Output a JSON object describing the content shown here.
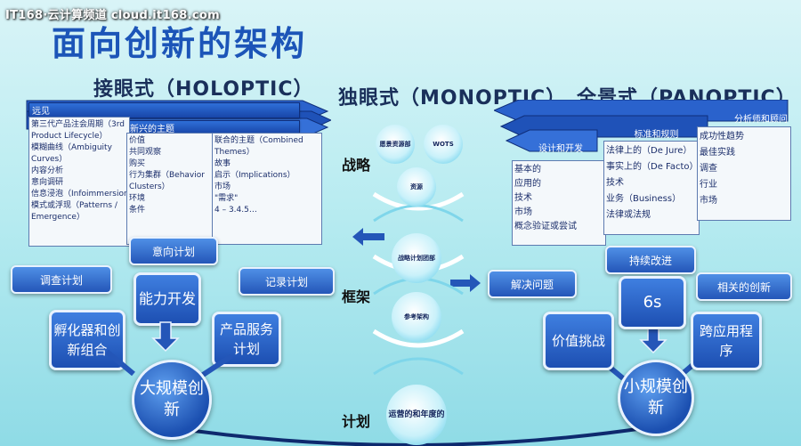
{
  "watermark": "IT168·云计算频道 cloud.it168.com",
  "title": "面向创新的架构",
  "sections": {
    "holoptic": "接眼式（HOLOPTIC）",
    "monoptic": "独眼式（MONOPTIC）",
    "panoptic": "全景式（PANOPTIC）"
  },
  "left": {
    "bar_top": "远见",
    "bar_mid": "新兴的主题",
    "col1": [
      "第三代产品注会周期（3rd",
      "Product Lifecycle）",
      "模糊曲线（Ambiguity",
      "Curves）",
      "内容分析",
      "意向调研",
      "信息浸泡（Infoimmersion）",
      "模式或浮现（Patterns /",
      "Emergence）"
    ],
    "col2": [
      "价值",
      "共同观察",
      "购买",
      "行为集群（Behavior",
      "Clusters）",
      "环境",
      "条件"
    ],
    "col3": [
      "联合的主题（Combined",
      "Themes）",
      "故事",
      "启示（Implications）",
      "市场",
      "\"需求\"",
      "4 – 3.4.5…"
    ],
    "btn_plan": "意向计划",
    "btn_survey": "调查计划",
    "btn_record": "记录计划",
    "sq_capability": "能力开发",
    "sq_incubator": "孵化器和创新组合",
    "sq_product": "产品服务计划",
    "circle_big": "大规模创新"
  },
  "center": {
    "label_strategy": "战略",
    "label_framework": "框架",
    "label_plan": "计划",
    "c_dept": "愿景资源部",
    "c_wots": "WOTS",
    "c_budget": "资源",
    "c_strategy_dept": "战略计划团部",
    "c_reference": "参考架构",
    "c_ops": "运营的和年度的"
  },
  "right": {
    "bar_analysis": "分析师和顾问",
    "bar_standards": "标准和规则",
    "bar_design": "设计和开发",
    "col_a": [
      "基本的",
      "应用的",
      "技术",
      "市场",
      "概念验证或尝试"
    ],
    "col_b": [
      "法律上的（De Jure）",
      "事实上的（De Facto）",
      "技术",
      "业务（Business）",
      "法律或法规"
    ],
    "col_c": [
      "成功性趋势",
      "最佳实践",
      "调查",
      "行业",
      "市场"
    ],
    "btn_solve": "解决问题",
    "btn_improve": "持续改进",
    "btn_related": "相关的创新",
    "sq_6s": "6s",
    "sq_value": "价值挑战",
    "sq_cross": "跨应用程序",
    "circle_small": "小规模创新"
  },
  "colors": {
    "accent": "#1c55b8",
    "bar": "#2456b8",
    "background": "#b9ecf1"
  }
}
